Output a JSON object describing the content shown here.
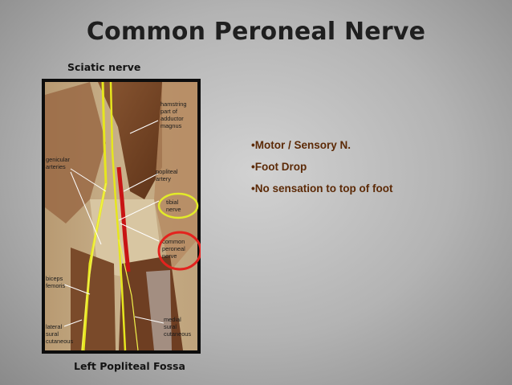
{
  "slide": {
    "title": "Common Peroneal Nerve",
    "caption_top": "Sciatic nerve",
    "caption_bottom": "Left Popliteal Fossa",
    "bullets": [
      "•Motor / Sensory N.",
      "•Foot Drop",
      "•No sensation to top of foot"
    ]
  },
  "figure": {
    "labels": {
      "hamstring": [
        "hamstring",
        "part of",
        "adductor",
        "magnus"
      ],
      "genicular": [
        "genicular",
        "arteries"
      ],
      "popliteal": [
        "popliteal",
        "artery"
      ],
      "tibial": [
        "tibial",
        "nerve"
      ],
      "peroneal": [
        "common",
        "peroneal",
        "nerve"
      ],
      "biceps": [
        "biceps",
        "femoris"
      ],
      "lateral": [
        "lateral",
        "sural",
        "cutaneous"
      ],
      "medial": [
        "medial",
        "sural",
        "cutaneous"
      ]
    },
    "highlight_colors": {
      "tibial_circle": "#e2ea2a",
      "peroneal_circle": "#e3231e"
    }
  },
  "colors": {
    "title_text": "#1f1f1f",
    "bullet_text": "#5c2a07",
    "nerve_yellow": "#e6e61e",
    "artery_red": "#c81414",
    "muscle_brown": "#7a4a2a"
  }
}
